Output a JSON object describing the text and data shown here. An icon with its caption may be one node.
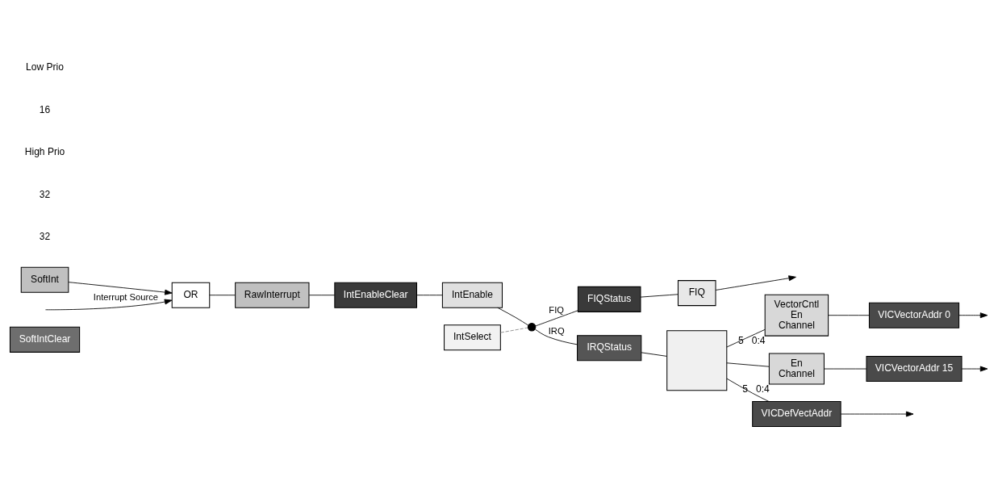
{
  "diagram": {
    "nodes": [
      {
        "text": [
          "SoftIntClear"
        ]
      },
      {
        "text": [
          "SoftInt"
        ]
      },
      {
        "text": [
          "OR"
        ]
      },
      {
        "text": [
          "RawInterrupt"
        ]
      },
      {
        "text": [
          "IntEnableClear"
        ]
      },
      {
        "text": [
          "IntEnable"
        ]
      },
      {
        "text": [],
        "shape": "circle"
      },
      {
        "text": [
          "IntSelect"
        ]
      },
      {
        "text": [
          "FIQStatus"
        ]
      },
      {
        "text": [
          "FIQ"
        ]
      },
      {
        "text": [
          "IRQStatus"
        ]
      },
      {
        "text": [],
        "shape": "box"
      },
      {
        "text": [
          "VectorCntl",
          "En",
          "Channel"
        ],
        "beside": [
          "5",
          "0:4"
        ]
      },
      {
        "text": [
          "VICVectorAddr 0"
        ]
      },
      {
        "text": [
          "En",
          "Channel"
        ],
        "beside": [
          "5",
          "0:4"
        ]
      },
      {
        "text": [
          "VICVectorAddr 15"
        ]
      },
      {
        "text": [
          "VICDefVectAddr"
        ]
      }
    ],
    "edges": [
      {
        "from": null,
        "to": 2,
        "arrow": "to",
        "label": "Interrupt Source"
      },
      {
        "from": 1,
        "to": 2,
        "arrow": "to"
      },
      {
        "from": 2,
        "to": 3,
        "arrow": "none"
      },
      {
        "from": 3,
        "to": 4,
        "arrow": "none"
      },
      {
        "from": 4,
        "to": 5,
        "arrow": "none"
      },
      {
        "from": 5,
        "to": 6,
        "arrow": "none"
      },
      {
        "from": 6,
        "to": 8,
        "arrow": "none",
        "label": "FIQ"
      },
      {
        "from": 6,
        "to": 10,
        "arrow": "none",
        "label": "IRQ"
      },
      {
        "from": 7,
        "to": 6,
        "arrow": "none",
        "style": "dashed",
        "color": "#888888"
      },
      {
        "from": 8,
        "to": 9,
        "arrow": "none"
      },
      {
        "from": 9,
        "to": null,
        "arrow": "to"
      },
      {
        "from": 10,
        "to": 11,
        "arrow": "none"
      },
      {
        "from": 11,
        "to": 12,
        "arrow": "none"
      },
      {
        "from": 12,
        "to": 13,
        "arrow": "none"
      },
      {
        "from": 13,
        "to": null,
        "arrow": "to"
      },
      {
        "from": 11,
        "to": 14,
        "arrow": "none"
      },
      {
        "from": 14,
        "to": 15,
        "arrow": "none"
      },
      {
        "from": 15,
        "to": null,
        "arrow": "to"
      },
      {
        "from": 11,
        "to": 16,
        "arrow": "none"
      },
      {
        "from": 16,
        "to": null,
        "arrow": "to"
      }
    ],
    "labels": [
      "32",
      "32",
      "High Prio",
      "16",
      "Low Prio"
    ]
  }
}
